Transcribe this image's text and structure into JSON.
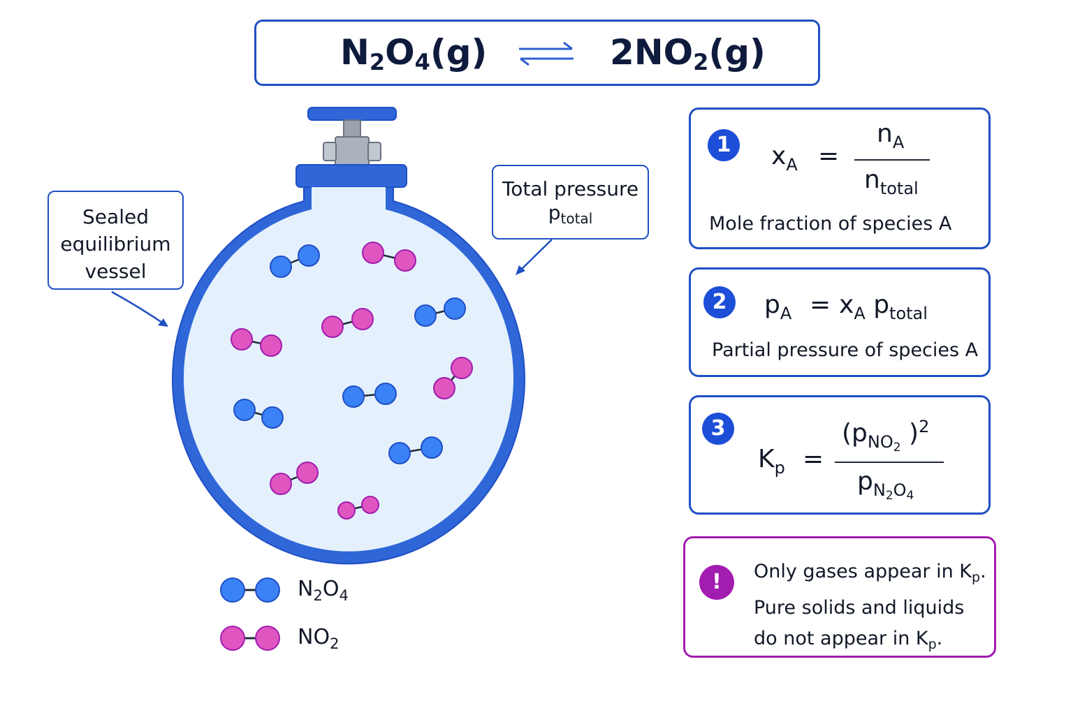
{
  "equation": {
    "left_species": "N",
    "left_sub1": "2",
    "left_mid": "O",
    "left_sub2": "4",
    "left_state": "(g)",
    "right_coef_species": "2NO",
    "right_sub": "2",
    "right_state": "(g)"
  },
  "callouts": {
    "vessel_line1": "Sealed",
    "vessel_line2": "equilibrium",
    "vessel_line3": "vessel",
    "pressure_line1": "Total pressure",
    "pressure_symbol": "p",
    "pressure_sub": "total"
  },
  "panels": [
    {
      "number": "1",
      "lhs": "x",
      "lhs_sub": "A",
      "num": "n",
      "num_sub": "A",
      "den": "n",
      "den_sub": "total",
      "caption": "Mole fraction of species A"
    },
    {
      "number": "2",
      "lhs": "p",
      "lhs_sub": "A",
      "rhs1": "x",
      "rhs1_sub": "A",
      "rhs2": "p",
      "rhs2_sub": "total",
      "caption": "Partial pressure of species A"
    },
    {
      "number": "3",
      "lhs": "K",
      "lhs_sub": "p",
      "num": "(p",
      "num_sub": "NO",
      "num_sub2": "2",
      "num_close": ")",
      "num_exp": "2",
      "den": "p",
      "den_sub": "N",
      "den_sub2": "2",
      "den_sub3": "O",
      "den_sub4": "4"
    }
  ],
  "note": {
    "icon": "!",
    "line1": "Only gases appear in K",
    "line1_sub": "p",
    "line1_end": ".",
    "line2": "Pure solids and liquids",
    "line3": "do not appear in K",
    "line3_sub": "p",
    "line3_end": "."
  },
  "legend": {
    "n2o4_main": "N",
    "n2o4_s1": "2",
    "n2o4_o": "O",
    "n2o4_s2": "4",
    "no2_main": "NO",
    "no2_s": "2"
  },
  "colors": {
    "accent": "#1f4fc4",
    "n2o4": "#3b82f6",
    "no2": "#e056c0",
    "warning": "#a21caf",
    "vessel_fill": "#e4f1fc"
  },
  "icons": [
    "equilibrium-arrows-icon",
    "warning-icon"
  ]
}
